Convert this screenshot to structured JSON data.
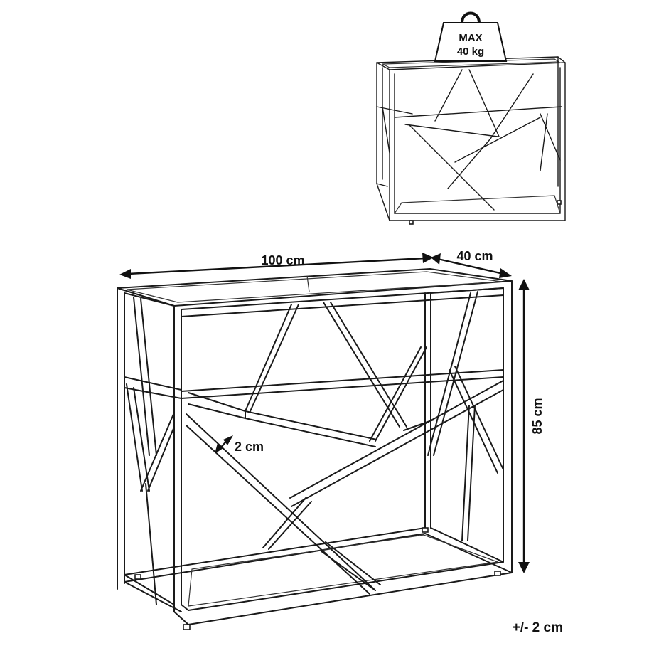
{
  "weight_badge": {
    "line1": "MAX",
    "line2": "40 kg"
  },
  "dimensions": {
    "width": "100 cm",
    "depth": "40 cm",
    "height": "85 cm",
    "tube": "2 cm"
  },
  "tolerance": "+/- 2 cm"
}
